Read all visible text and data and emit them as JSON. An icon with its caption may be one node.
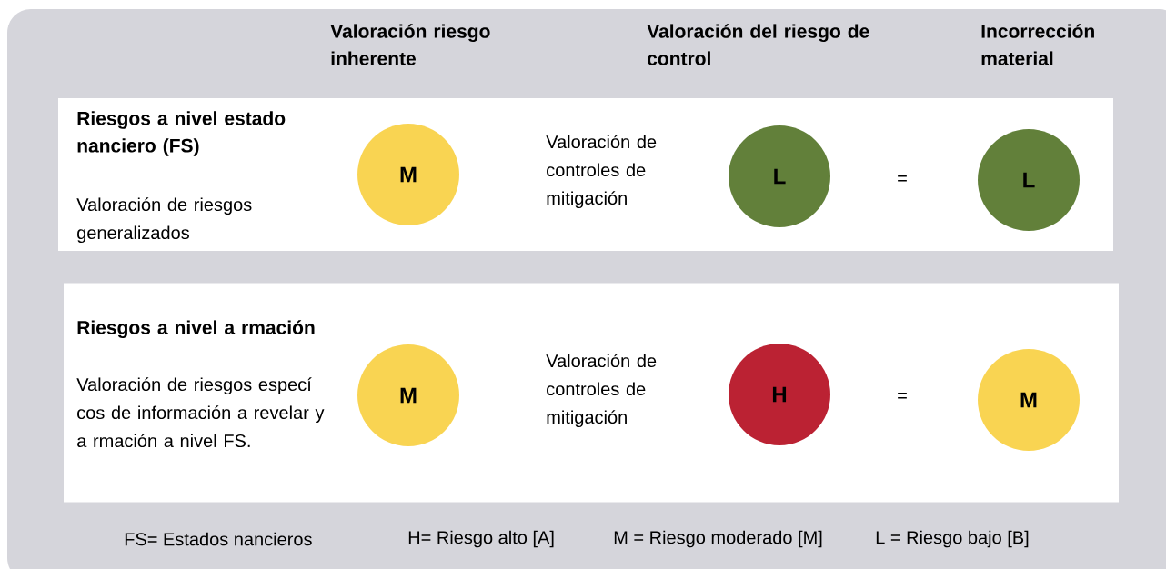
{
  "diagram": {
    "nodes": [
      {
        "text": [
          "Riesgos a nivel estado nanciero (FS)",
          "Valoración de riesgos generalizados",
          "Valoración de controles de mitigación"
        ]
      },
      {
        "text": [
          "M"
        ],
        "in": 0
      },
      {
        "text": [
          "L"
        ],
        "in": 0
      },
      {
        "text": [
          "L"
        ],
        "in": 0
      },
      {
        "text": [
          "Riesgos a nivel a rmación",
          "Valoración de riesgos especí cos de información a revelar y a rmación a nivel FS.",
          "Valoración de controles de mitigación"
        ]
      },
      {
        "text": [
          "M"
        ],
        "in": 4
      },
      {
        "text": [
          "H"
        ],
        "in": 4
      },
      {
        "text": [
          "M"
        ],
        "in": 4
      }
    ],
    "labels": [
      "Valoración riesgo inherente",
      "Valoración del riesgo de control",
      "Incorrección material",
      "=",
      "=",
      "FS= Estados nancieros",
      "H= Riesgo alto [A]",
      "M = Riesgo moderado [M]",
      "L = Riesgo bajo [B]"
    ]
  }
}
